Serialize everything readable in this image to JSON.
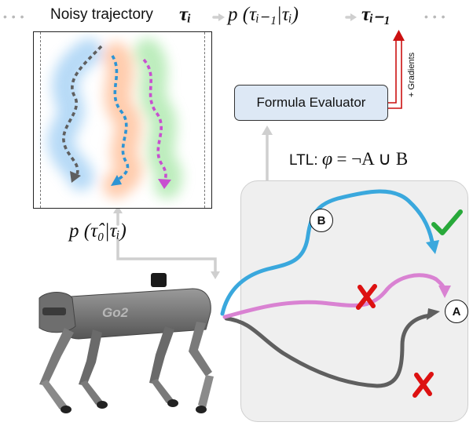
{
  "header": {
    "noisy_label": "Noisy trajectory",
    "tau_i": "τᵢ",
    "transition": "p (τᵢ₋₁|τᵢ)",
    "tau_prev": "τᵢ₋₁",
    "leading_dots": "• • •",
    "trailing_dots": "• • •"
  },
  "predictor": {
    "label": "p (τ̂₀|τᵢ)"
  },
  "evaluator": {
    "label": "Formula Evaluator"
  },
  "gradients": {
    "label": "+ Gradients"
  },
  "ltl": {
    "prefix": "LTL:",
    "phi": "φ",
    "formula": "= ¬A ∪ B"
  },
  "environment": {
    "nodes": {
      "a": "A",
      "b": "B"
    }
  },
  "robot": {
    "name": "Go2"
  },
  "colors": {
    "blue_path": "#3aa8dd",
    "pink_path": "#d982d2",
    "gray_path": "#5f5f5f",
    "accept_check": "#28a93a",
    "reject_cross": "#dd1111",
    "gradient_arrow": "#cc1111",
    "evaluator_fill": "#dde8f5",
    "panel_fill": "#efefef"
  },
  "icons": [
    "check-icon",
    "cross-icon",
    "robot-dog-icon"
  ]
}
